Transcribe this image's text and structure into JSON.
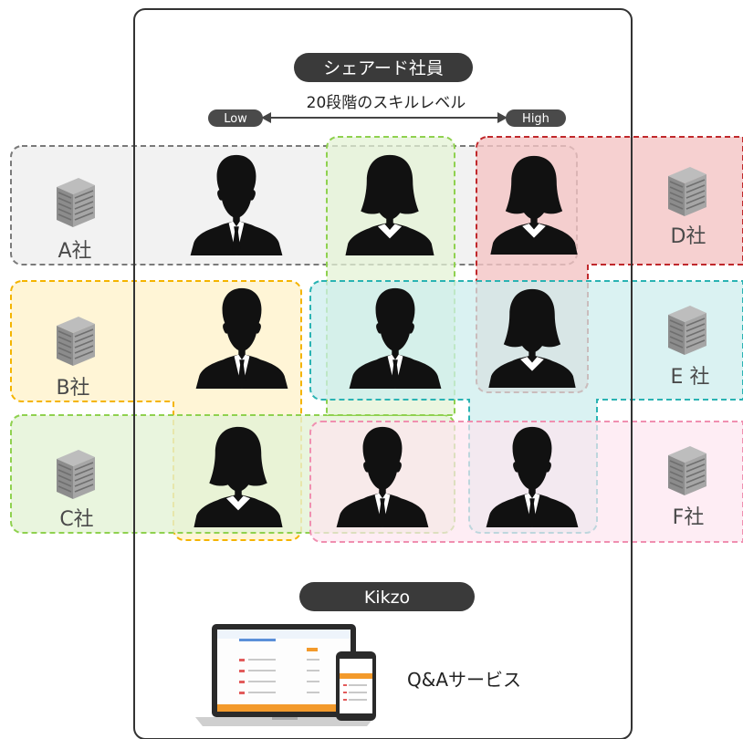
{
  "title": "シェアード社員",
  "skill_scale": {
    "label": "20段階のスキルレベル",
    "low_label": "Low",
    "high_label": "High"
  },
  "companies": [
    {
      "label": "A社",
      "color": "#7a7a7a",
      "fill": "#f0f0f0"
    },
    {
      "label": "B社",
      "color": "#f4b400",
      "fill": "#fff2cc"
    },
    {
      "label": "C社",
      "color": "#8fd14f",
      "fill": "#e4f3d6"
    },
    {
      "label": "D社",
      "color": "#c0282b",
      "fill": "#f4c4c4"
    },
    {
      "label": "E 社",
      "color": "#2ab3b3",
      "fill": "#cdeeee"
    },
    {
      "label": "F社",
      "color": "#f08fb0",
      "fill": "#fde6ef"
    }
  ],
  "footer": {
    "brand_label": "Kikzo",
    "service_label": "Q&Aサービス"
  },
  "icons": [
    "building-icon",
    "businessman-icon",
    "businesswoman-icon",
    "laptop-icon",
    "phone-icon"
  ]
}
